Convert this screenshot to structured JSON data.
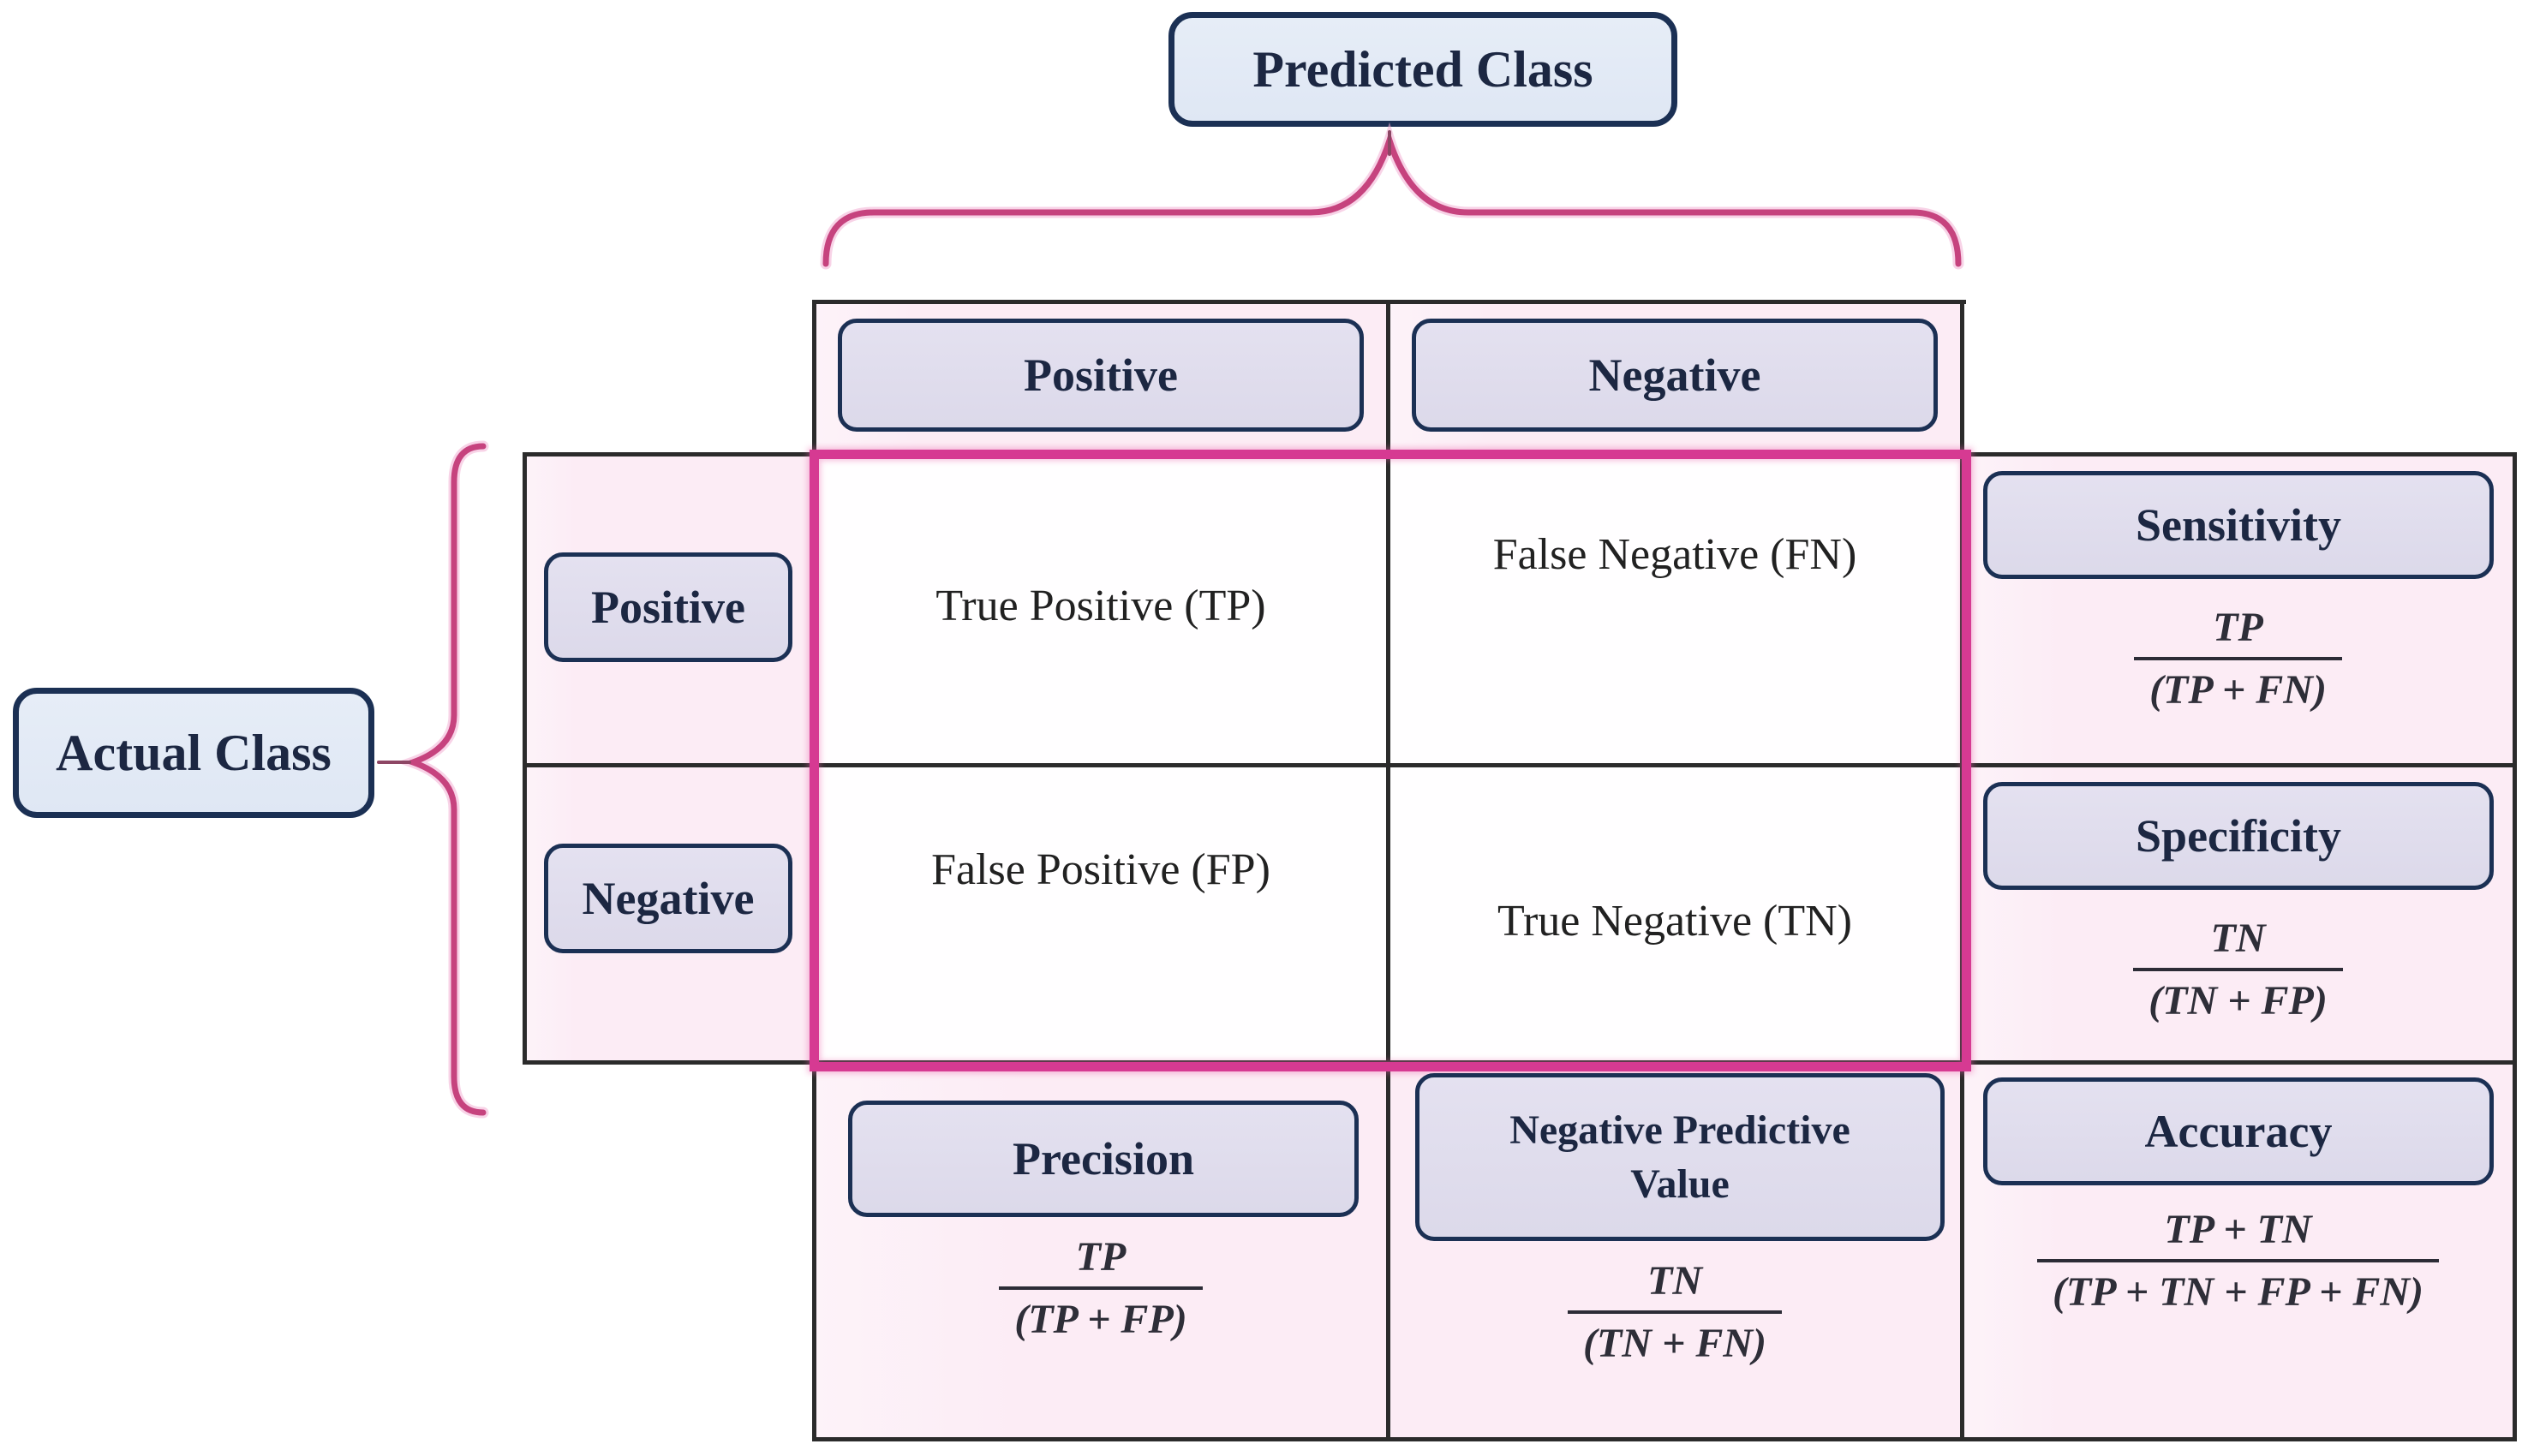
{
  "axis_labels": {
    "predicted": "Predicted Class",
    "actual": "Actual Class"
  },
  "matrix": {
    "col_headers": [
      "Positive",
      "Negative"
    ],
    "row_headers": [
      "Positive",
      "Negative"
    ],
    "cells": [
      [
        "True Positive (TP)",
        "False Negative (FN)"
      ],
      [
        "False Positive (FP)",
        "True Negative (TN)"
      ]
    ]
  },
  "metrics": {
    "sensitivity": {
      "label": "Sensitivity",
      "numerator": "TP",
      "denominator": "(TP + FN)"
    },
    "specificity": {
      "label": "Specificity",
      "numerator": "TN",
      "denominator": "(TN + FP)"
    },
    "accuracy": {
      "label": "Accuracy",
      "numerator": "TP + TN",
      "denominator": "(TP + TN + FP + FN)"
    },
    "precision": {
      "label": "Precision",
      "numerator": "TP",
      "denominator": "(TP + FP)"
    },
    "npv": {
      "label_line1": "Negative Predictive",
      "label_line2": "Value",
      "numerator": "TN",
      "denominator": "(TN + FN)"
    }
  },
  "colors": {
    "navy_border": "#1b3054",
    "label_text": "#1c2742",
    "lavender_fill": "#dcd9ea",
    "blue_fill": "#dfe7f4",
    "pink_cell": "#fcecf5",
    "magenta_border": "#d63a92",
    "grid_line": "#2b2b2b",
    "cell_text": "#212121",
    "formula_text": "#2e2e38",
    "brace_pink": "#c6437e"
  }
}
